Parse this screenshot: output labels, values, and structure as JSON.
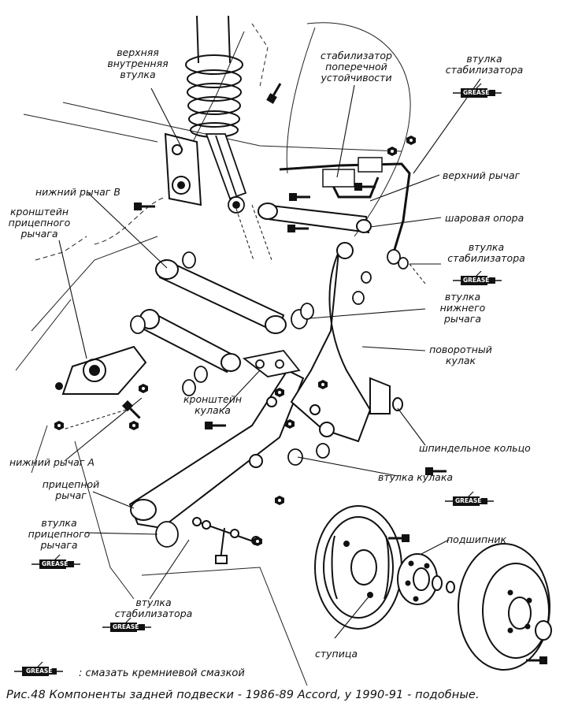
{
  "labels": {
    "upper_inner_bushing": "верхняя\nвнутренняя\nвтулка",
    "stabilizer_bar": "стабилизатор\nпоперечной\nустойчивости",
    "stabilizer_bushing_top": "втулка\nстабилизатора",
    "upper_arm": "верхний рычаг",
    "lower_arm_b": "нижний рычаг B",
    "ball_joint": "шаровая опора",
    "trailing_arm_bracket": "кронштейн\nприцепного\nрычага",
    "stabilizer_bushing_right": "втулка\nстабилизатора",
    "lower_arm_bushing": "втулка\nнижнего\nрычага",
    "knuckle": "поворотный\nкулак",
    "knuckle_bracket": "кронштейн\nкулака",
    "spindle_ring": "шпиндельное кольцо",
    "lower_arm_a": "нижний рычаг A",
    "knuckle_bushing": "втулка кулака",
    "trailing_arm": "прицепной\nрычаг",
    "trailing_arm_bushing": "втулка\nприцепного\nрычага",
    "bearing": "подшипник",
    "stabilizer_bushing_bottom": "втулка\nстабилизатора",
    "hub": "ступица"
  },
  "grease_tag": "GREASE",
  "legend": {
    "text": ": смазать кремниевой смазкой"
  },
  "caption": {
    "figure": "Рис.48",
    "text": "Компоненты задней подвески - 1986-89 Accord, у 1990-91 - подобные."
  }
}
